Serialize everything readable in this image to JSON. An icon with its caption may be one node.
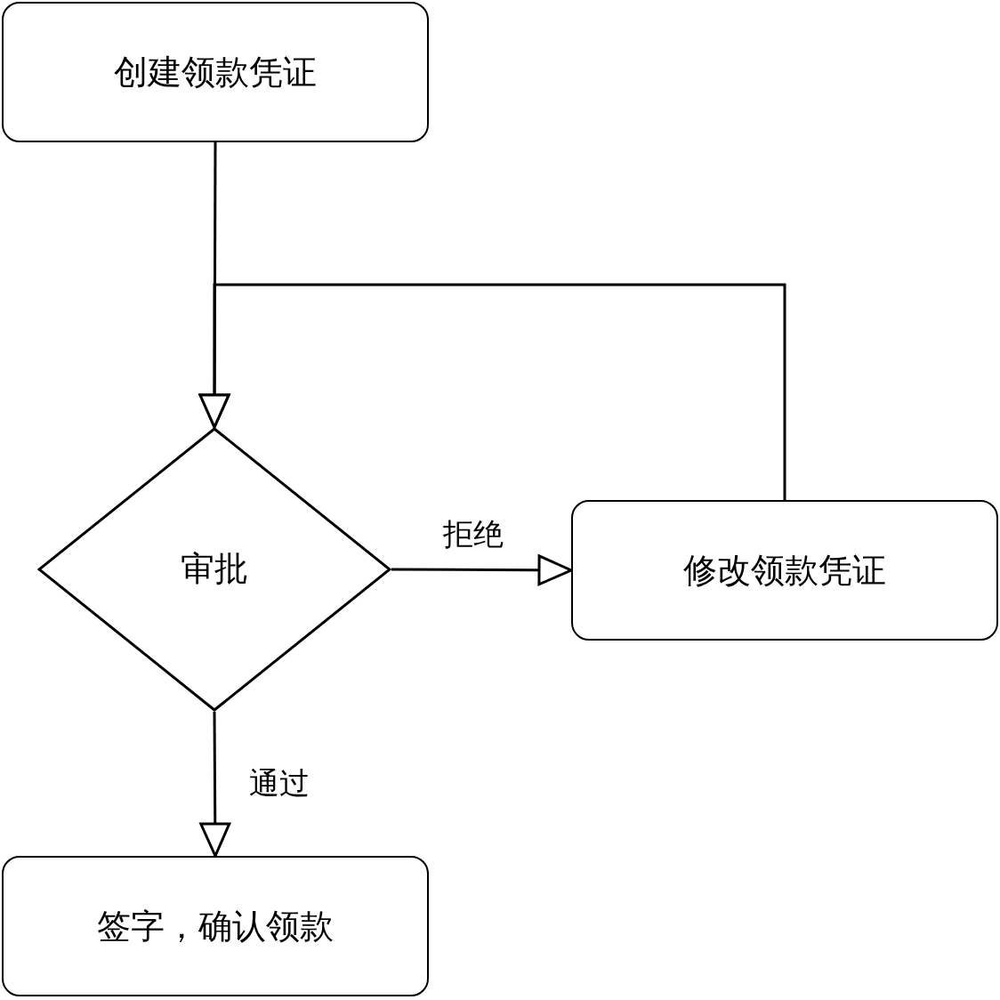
{
  "diagram": {
    "nodes": [
      {
        "text": [
          "创建领款凭证"
        ]
      },
      {
        "text": [
          "审批"
        ]
      },
      {
        "text": [
          "修改领款凭证"
        ]
      },
      {
        "text": [
          "签字，确认领款"
        ]
      }
    ],
    "edges": [
      {
        "from": 0,
        "to": 1,
        "arrow": "to"
      },
      {
        "from": 1,
        "to": 2,
        "arrow": "to",
        "label": "拒绝"
      },
      {
        "from": 2,
        "to": 1,
        "arrow": "to"
      },
      {
        "from": 1,
        "to": 3,
        "arrow": "to",
        "label": "通过"
      }
    ]
  }
}
